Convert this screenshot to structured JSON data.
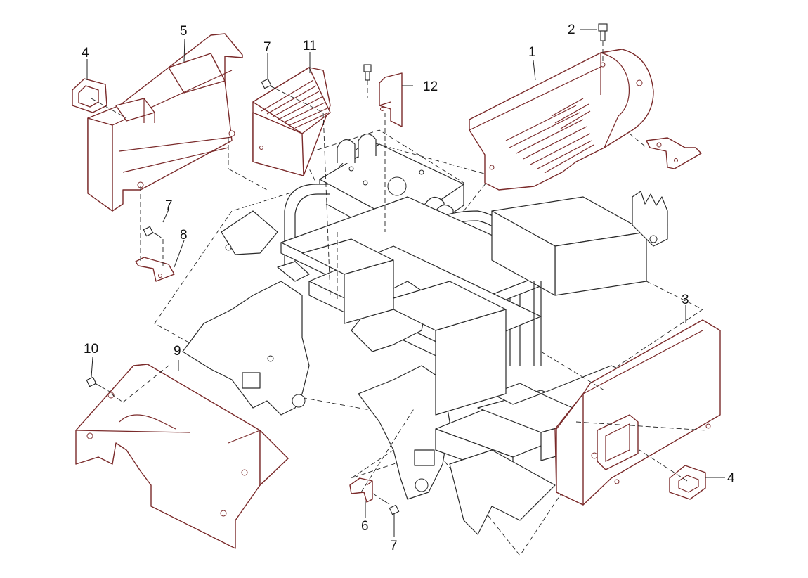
{
  "callouts": [
    {
      "id": "c1",
      "text": "1"
    },
    {
      "id": "c2",
      "text": "2"
    },
    {
      "id": "c3",
      "text": "3"
    },
    {
      "id": "c4a",
      "text": "4"
    },
    {
      "id": "c4b",
      "text": "4"
    },
    {
      "id": "c5",
      "text": "5"
    },
    {
      "id": "c6",
      "text": "6"
    },
    {
      "id": "c7a",
      "text": "7"
    },
    {
      "id": "c7b",
      "text": "7"
    },
    {
      "id": "c7c",
      "text": "7"
    },
    {
      "id": "c8",
      "text": "8"
    },
    {
      "id": "c9",
      "text": "9"
    },
    {
      "id": "c10",
      "text": "10"
    },
    {
      "id": "c11",
      "text": "11"
    },
    {
      "id": "c12",
      "text": "12"
    }
  ],
  "colors": {
    "part_outline": "#7a2a2a",
    "frame_outline": "#2a2a2a",
    "background": "#ffffff"
  }
}
